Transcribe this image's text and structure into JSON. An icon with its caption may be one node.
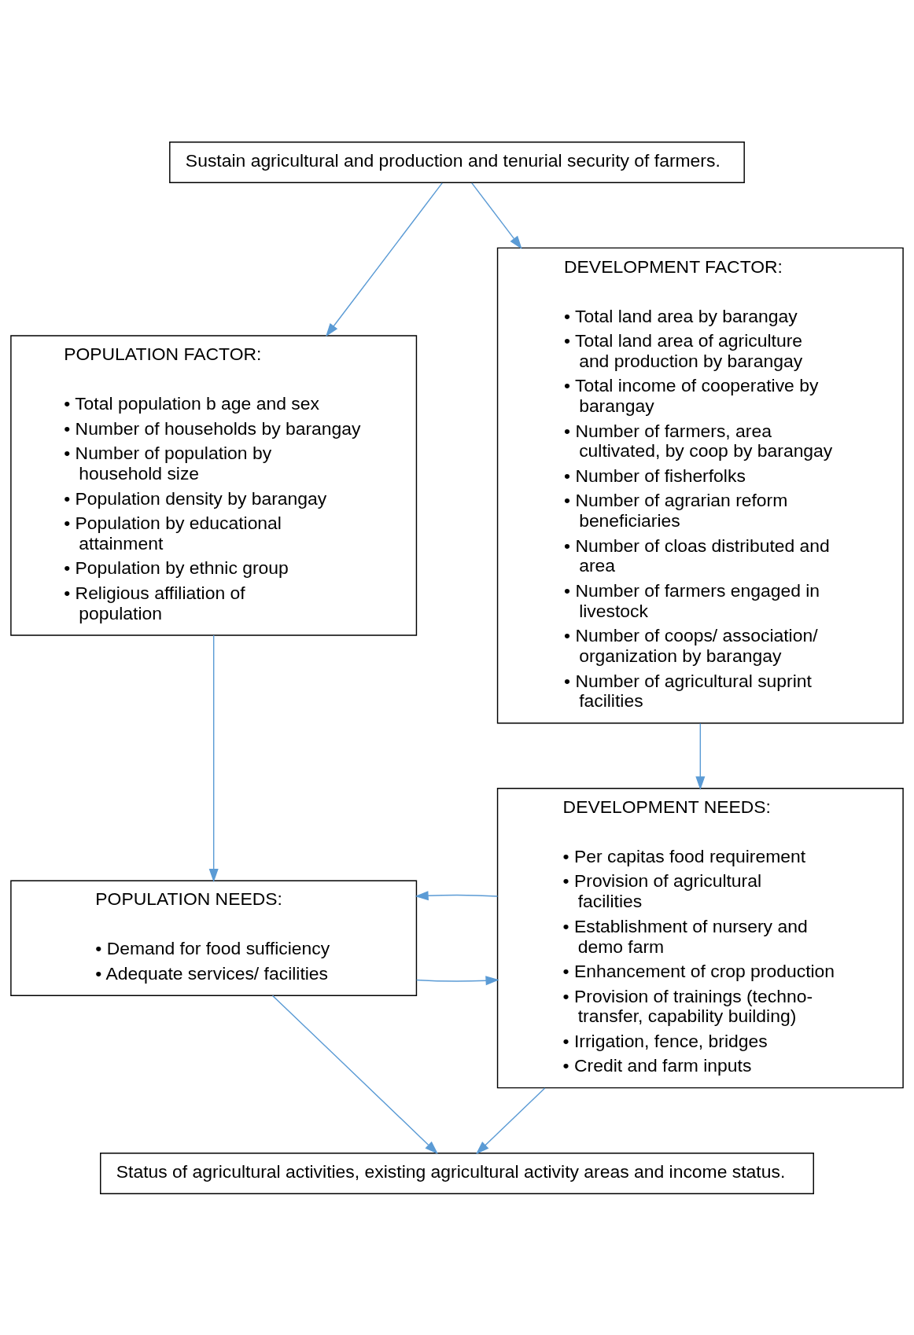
{
  "diagram": {
    "nodes": [
      {
        "text": [
          "Sustain agricultural and production and tenurial security of farmers."
        ]
      },
      {
        "text": [
          "POPULATION FACTOR:",
          "• Total population b age and sex",
          "• Number of households by barangay",
          "• Number of population by household size",
          "• Population density by barangay",
          "• Population by educational attainment",
          "• Population by ethnic group",
          "• Religious affiliation of population"
        ]
      },
      {
        "text": [
          "DEVELOPMENT FACTOR:",
          "• Total land area by barangay",
          "• Total land area of agriculture and production by barangay",
          "• Total income of cooperative by barangay",
          "• Number of farmers, area cultivated, by coop by barangay",
          "• Number of fisherfolks",
          "• Number of agrarian reform beneficiaries",
          "• Number of cloas distributed and area",
          "• Number of farmers engaged in livestock",
          "• Number of coops/ association/ organization by barangay",
          "• Number of agricultural suprint facilities"
        ]
      },
      {
        "text": [
          "POPULATION NEEDS:",
          "• Demand for food sufficiency",
          "• Adequate services/ facilities"
        ]
      },
      {
        "text": [
          "DEVELOPMENT NEEDS:",
          "• Per capitas food requirement",
          "• Provision of agricultural facilities",
          "• Establishment of nursery and demo farm",
          "• Enhancement of crop production",
          "• Provision of trainings (techno-transfer, capability building)",
          "• Irrigation, fence, bridges",
          "• Credit and farm inputs"
        ]
      },
      {
        "text": [
          "Status of agricultural activities, existing agricultural activity areas and income status."
        ]
      }
    ],
    "edges": [
      {
        "from": 0,
        "to": 1,
        "arrow": "to"
      },
      {
        "from": 0,
        "to": 2,
        "arrow": "to"
      },
      {
        "from": 1,
        "to": 3,
        "arrow": "to"
      },
      {
        "from": 2,
        "to": 4,
        "arrow": "to"
      },
      {
        "from": 3,
        "to": 4,
        "arrow": "to"
      },
      {
        "from": 4,
        "to": 3,
        "arrow": "to"
      },
      {
        "from": 3,
        "to": 5,
        "arrow": "to"
      },
      {
        "from": 4,
        "to": 5,
        "arrow": "to"
      }
    ]
  }
}
